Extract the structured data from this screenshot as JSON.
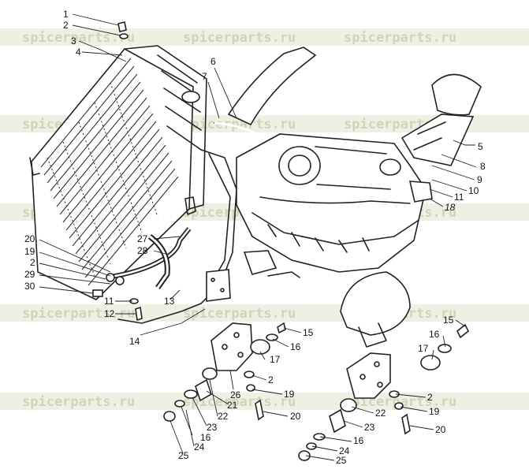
{
  "watermark": {
    "text": "spicerparts.ru"
  },
  "callouts": [
    {
      "id": "c1",
      "label": "1"
    },
    {
      "id": "c2a",
      "label": "2"
    },
    {
      "id": "c3",
      "label": "3"
    },
    {
      "id": "c4",
      "label": "4"
    },
    {
      "id": "c6",
      "label": "6"
    },
    {
      "id": "c7",
      "label": "7"
    },
    {
      "id": "c5",
      "label": "5"
    },
    {
      "id": "c8",
      "label": "8"
    },
    {
      "id": "c9",
      "label": "9"
    },
    {
      "id": "c10",
      "label": "10"
    },
    {
      "id": "c11a",
      "label": "11"
    },
    {
      "id": "c18",
      "label": "18"
    },
    {
      "id": "c20a",
      "label": "20"
    },
    {
      "id": "c19a",
      "label": "19"
    },
    {
      "id": "c2b",
      "label": "2"
    },
    {
      "id": "c29",
      "label": "29"
    },
    {
      "id": "c30",
      "label": "30"
    },
    {
      "id": "c27",
      "label": "27"
    },
    {
      "id": "c28",
      "label": "28"
    },
    {
      "id": "c11b",
      "label": "11"
    },
    {
      "id": "c12",
      "label": "12"
    },
    {
      "id": "c13",
      "label": "13"
    },
    {
      "id": "c14",
      "label": "14"
    },
    {
      "id": "c15a",
      "label": "15"
    },
    {
      "id": "c16a",
      "label": "16"
    },
    {
      "id": "c17a",
      "label": "17"
    },
    {
      "id": "c2c",
      "label": "2"
    },
    {
      "id": "c26",
      "label": "26"
    },
    {
      "id": "c19b",
      "label": "19"
    },
    {
      "id": "c21",
      "label": "21"
    },
    {
      "id": "c20b",
      "label": "20"
    },
    {
      "id": "c22a",
      "label": "22"
    },
    {
      "id": "c23a",
      "label": "23"
    },
    {
      "id": "c16b",
      "label": "16"
    },
    {
      "id": "c24a",
      "label": "24"
    },
    {
      "id": "c25a",
      "label": "25"
    },
    {
      "id": "c15b",
      "label": "15"
    },
    {
      "id": "c16c",
      "label": "16"
    },
    {
      "id": "c17b",
      "label": "17"
    },
    {
      "id": "c2d",
      "label": "2"
    },
    {
      "id": "c19c",
      "label": "19"
    },
    {
      "id": "c22b",
      "label": "22"
    },
    {
      "id": "c20c",
      "label": "20"
    },
    {
      "id": "c23b",
      "label": "23"
    },
    {
      "id": "c16d",
      "label": "16"
    },
    {
      "id": "c24b",
      "label": "24"
    },
    {
      "id": "c25b",
      "label": "25"
    }
  ]
}
